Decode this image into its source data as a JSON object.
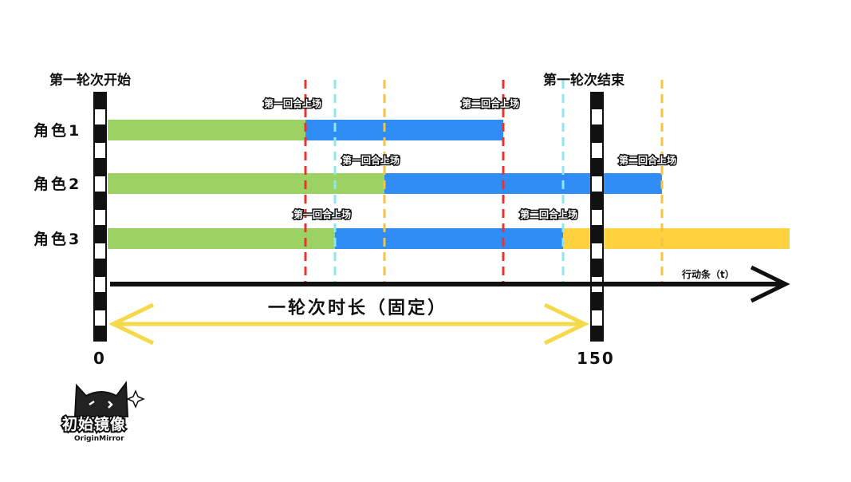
{
  "colors": {
    "pre_turn": "#9cd163",
    "active_bar": "#2f8df5",
    "next_round": "#ffd23f",
    "round_start_line": "#e8332e",
    "char1_line": "#e8332e",
    "char2_line": "#f6c343",
    "char3_line": "#8fe6ee",
    "duration_arrow": "#f5d94a",
    "axis": "#111111"
  },
  "header": {
    "round_start": "第一轮次开始",
    "round_end": "第一轮次结束"
  },
  "rows": [
    {
      "label": "角色1",
      "turns": [
        {
          "text": "第一回合上场"
        },
        {
          "text": "第二回合上场"
        }
      ]
    },
    {
      "label": "角色2",
      "turns": [
        {
          "text": "第一回合上场"
        },
        {
          "text": "第二回合上场"
        }
      ]
    },
    {
      "label": "角色3",
      "turns": [
        {
          "text": "第一回合上场"
        },
        {
          "text": "第二回合上场"
        }
      ]
    }
  ],
  "axis": {
    "label": "行动条（t）",
    "tick_start": "0",
    "tick_end": "150"
  },
  "duration_label": "一轮次时长（固定）",
  "logo": {
    "name": "初始镜像",
    "sub": "OriginMirror"
  }
}
